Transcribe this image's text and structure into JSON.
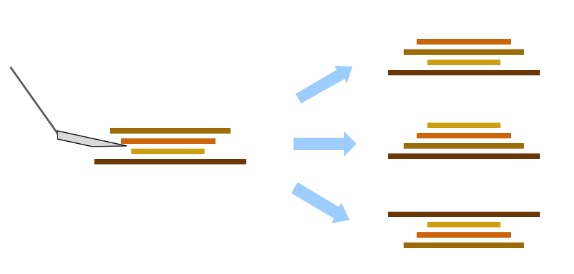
{
  "colors": {
    "background": "#ffffff",
    "spatula_line": "#5f5f5f",
    "spatula_fill": "#d9d9d9",
    "arrow": "#9ccdfc",
    "bar_dark_brown": "#6b3706",
    "bar_olive_brown": "#9c6c0a",
    "bar_orange": "#cc640a",
    "bar_gold": "#cc9f10"
  },
  "icons": {
    "tool": "spatula-icon",
    "arrow": "arrow-icon"
  },
  "initial_stack": {
    "layers": [
      "olive_brown",
      "orange",
      "gold",
      "dark_brown"
    ]
  },
  "outcomes": [
    {
      "layers": [
        "orange",
        "olive_brown",
        "gold",
        "dark_brown"
      ]
    },
    {
      "layers": [
        "gold",
        "orange",
        "olive_brown",
        "dark_brown"
      ]
    },
    {
      "layers": [
        "dark_brown",
        "gold",
        "orange",
        "olive_brown"
      ]
    }
  ]
}
